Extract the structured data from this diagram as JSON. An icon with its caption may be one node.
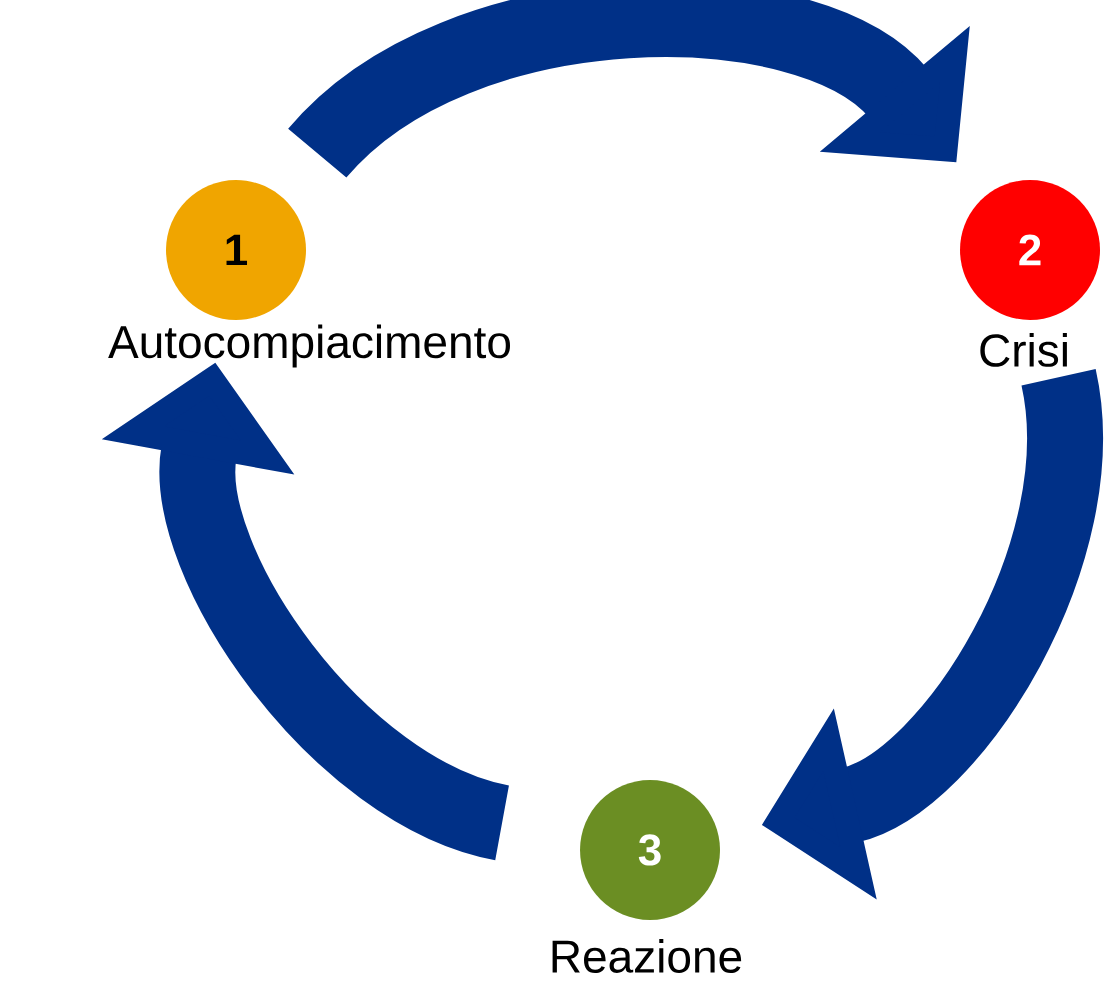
{
  "diagram": {
    "nodes": [
      {
        "text": [
          "1"
        ],
        "beside": [
          "Autocompiacimento"
        ]
      },
      {
        "text": [
          "2"
        ],
        "beside": [
          "Crisi"
        ]
      },
      {
        "text": [
          "3"
        ],
        "beside": [
          "Reazione"
        ]
      }
    ],
    "edges": [
      {
        "from": 0,
        "to": 1,
        "arrow": "to"
      },
      {
        "from": 1,
        "to": 2,
        "arrow": "to"
      },
      {
        "from": 2,
        "to": 0,
        "arrow": "to"
      }
    ]
  }
}
